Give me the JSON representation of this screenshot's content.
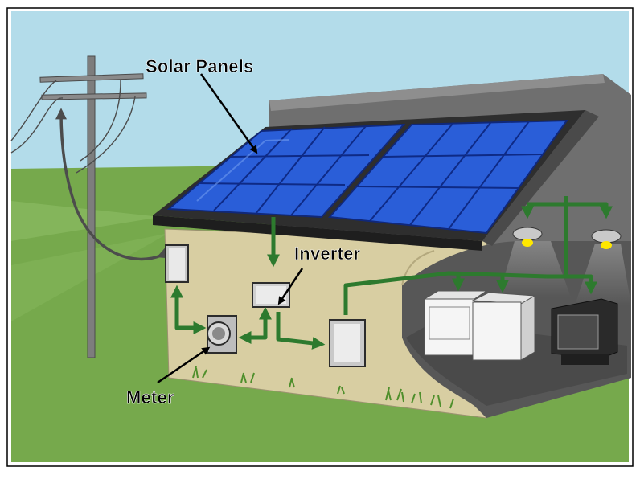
{
  "labels": {
    "solar_panels": "Solar Panels",
    "inverter": "Inverter",
    "meter": "Meter"
  },
  "colors": {
    "sky": "#b3dcea",
    "ground": "#76a94c",
    "wall": "#d8cea2",
    "roof": "#3a3a3a",
    "panel": "#2a5ed8",
    "wire": "#2d7a2e",
    "interior": "#575757"
  },
  "icons": [
    "utility-pole-icon",
    "solar-panel-icon",
    "inverter-icon",
    "meter-icon",
    "breaker-box-icon",
    "lamp-icon",
    "washer-icon",
    "dryer-icon",
    "tv-icon"
  ]
}
